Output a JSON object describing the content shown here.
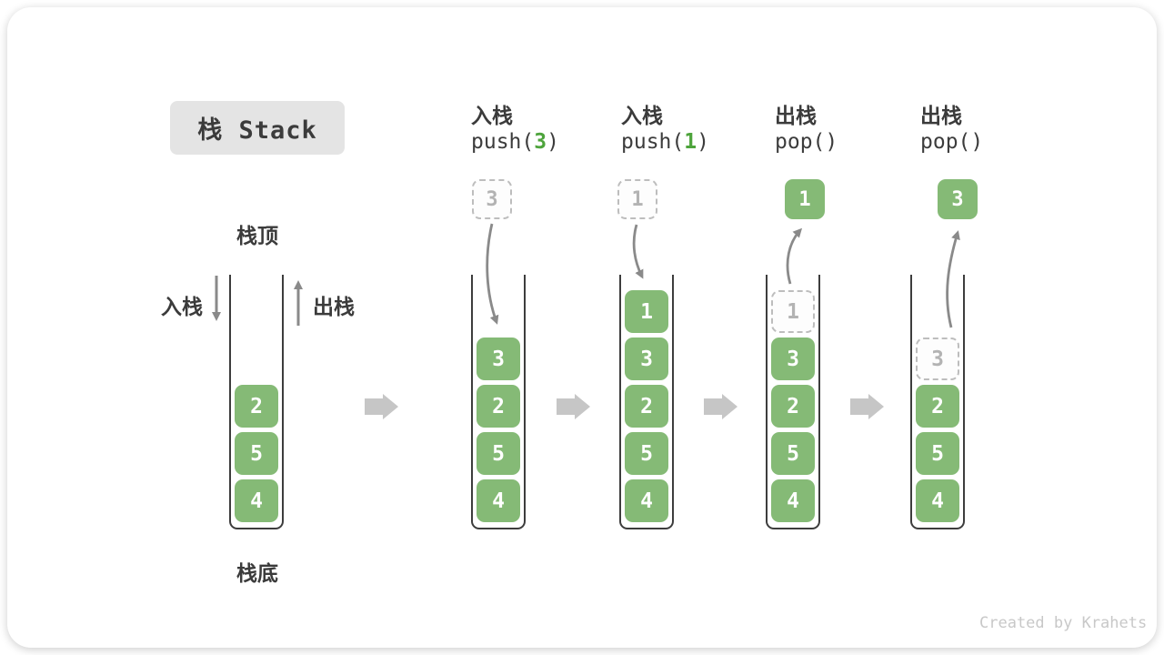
{
  "title": "栈 Stack",
  "watermark": "Created by Krahets",
  "colors": {
    "box_green": "#85ba76",
    "accent_green": "#4ea43c",
    "dashed_border": "#bdbdbd",
    "muted_text": "#b3b3b3",
    "dark_text": "#3b3b3b",
    "curve_arrow_gray": "#8a8a8a",
    "block_arrow_gray": "#c6c6c6",
    "title_bg": "#e4e4e4",
    "wall_dark": "#3d3d3d"
  },
  "legend": {
    "stack_top": "栈顶",
    "stack_bottom": "栈底",
    "push_in": "入栈",
    "pop_out": "出栈"
  },
  "initial_stack": {
    "values": [
      "2",
      "5",
      "4"
    ]
  },
  "steps": [
    {
      "op": "入栈",
      "code": {
        "pre": "push(",
        "arg": "3",
        "suf": ")"
      },
      "floating": {
        "value": "3",
        "style": "dashed"
      },
      "stack": [
        {
          "value": "3",
          "style": "solid"
        },
        {
          "value": "2",
          "style": "solid"
        },
        {
          "value": "5",
          "style": "solid"
        },
        {
          "value": "4",
          "style": "solid"
        }
      ]
    },
    {
      "op": "入栈",
      "code": {
        "pre": "push(",
        "arg": "1",
        "suf": ")"
      },
      "floating": {
        "value": "1",
        "style": "dashed"
      },
      "stack": [
        {
          "value": "1",
          "style": "solid"
        },
        {
          "value": "3",
          "style": "solid"
        },
        {
          "value": "2",
          "style": "solid"
        },
        {
          "value": "5",
          "style": "solid"
        },
        {
          "value": "4",
          "style": "solid"
        }
      ]
    },
    {
      "op": "出栈",
      "code": {
        "pre": "pop(",
        "arg": "",
        "suf": ")"
      },
      "floating": {
        "value": "1",
        "style": "solid"
      },
      "stack": [
        {
          "value": "1",
          "style": "dashed"
        },
        {
          "value": "3",
          "style": "solid"
        },
        {
          "value": "2",
          "style": "solid"
        },
        {
          "value": "5",
          "style": "solid"
        },
        {
          "value": "4",
          "style": "solid"
        }
      ]
    },
    {
      "op": "出栈",
      "code": {
        "pre": "pop(",
        "arg": "",
        "suf": ")"
      },
      "floating": {
        "value": "3",
        "style": "solid"
      },
      "stack": [
        {
          "value": "3",
          "style": "dashed"
        },
        {
          "value": "2",
          "style": "solid"
        },
        {
          "value": "5",
          "style": "solid"
        },
        {
          "value": "4",
          "style": "solid"
        }
      ]
    }
  ]
}
